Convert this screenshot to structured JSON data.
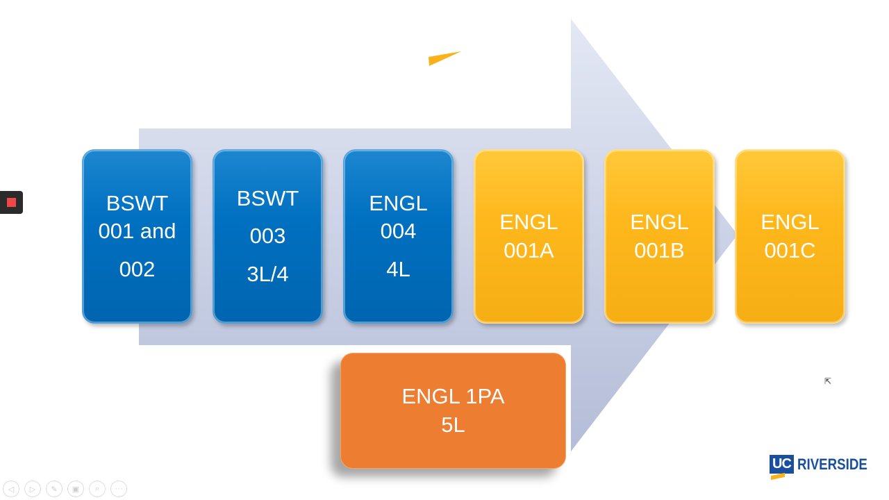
{
  "slide": {
    "blue_boxes": [
      {
        "lines": [
          "BSWT",
          "001 and",
          "002"
        ]
      },
      {
        "lines": [
          "BSWT",
          "003",
          "3L/4"
        ]
      },
      {
        "lines": [
          "ENGL",
          "004",
          "4L"
        ]
      }
    ],
    "gold_boxes": [
      {
        "lines": [
          "ENGL",
          "001A"
        ]
      },
      {
        "lines": [
          "ENGL",
          "001B"
        ]
      },
      {
        "lines": [
          "ENGL",
          "001C"
        ]
      }
    ],
    "orange_box": {
      "lines": [
        "ENGL 1PA",
        "5L"
      ]
    },
    "logo": {
      "uc": "UC",
      "name": "RIVERSIDE"
    },
    "colors": {
      "blue": "#0070c0",
      "gold": "#ffb81c",
      "orange": "#ed7d31",
      "arrow": "#c9d0e6",
      "logo": "#1a4fa0"
    }
  },
  "controls": {
    "stop_icon": "stop-icon",
    "toolbar": [
      "previous-icon",
      "next-icon",
      "pen-icon",
      "slides-icon",
      "zoom-icon",
      "more-icon"
    ]
  }
}
